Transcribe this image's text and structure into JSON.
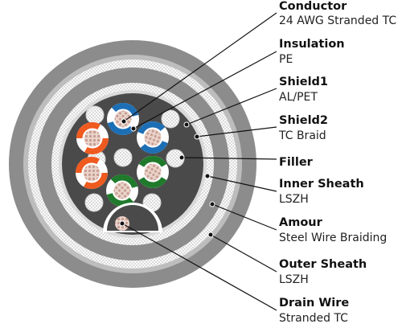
{
  "colors": {
    "outer_sheath": "#8c8c8c",
    "ring_light": "#b6b6b6",
    "braid": "#ffffff",
    "inner_core": "#4a4a4a",
    "shield_ring": "#d7d7d7",
    "filler": "#cfcfcf",
    "pair_blue": "#1d6fb5",
    "pair_orange": "#ef5a1f",
    "pair_green": "#1f7a2c",
    "pair_white": "#ffffff",
    "conductor": "#d8b9b0",
    "line": "#111111"
  },
  "diagram": {
    "title": "",
    "labels": [
      {
        "id": "conductor",
        "title": "Conductor",
        "detail": "24 AWG Stranded TC"
      },
      {
        "id": "insulation",
        "title": "Insulation",
        "detail": "PE"
      },
      {
        "id": "shield1",
        "title": "Shield1",
        "detail": "AL/PET"
      },
      {
        "id": "shield2",
        "title": "Shield2",
        "detail": "TC Braid"
      },
      {
        "id": "filler",
        "title": "Filler",
        "detail": ""
      },
      {
        "id": "inner-sheath",
        "title": "Inner Sheath",
        "detail": "LSZH"
      },
      {
        "id": "amour",
        "title": "Amour",
        "detail": "Steel Wire Braiding"
      },
      {
        "id": "outer-sheath",
        "title": "Outer Sheath",
        "detail": "LSZH"
      },
      {
        "id": "drain-wire",
        "title": "Drain Wire",
        "detail": "Stranded TC"
      }
    ]
  }
}
